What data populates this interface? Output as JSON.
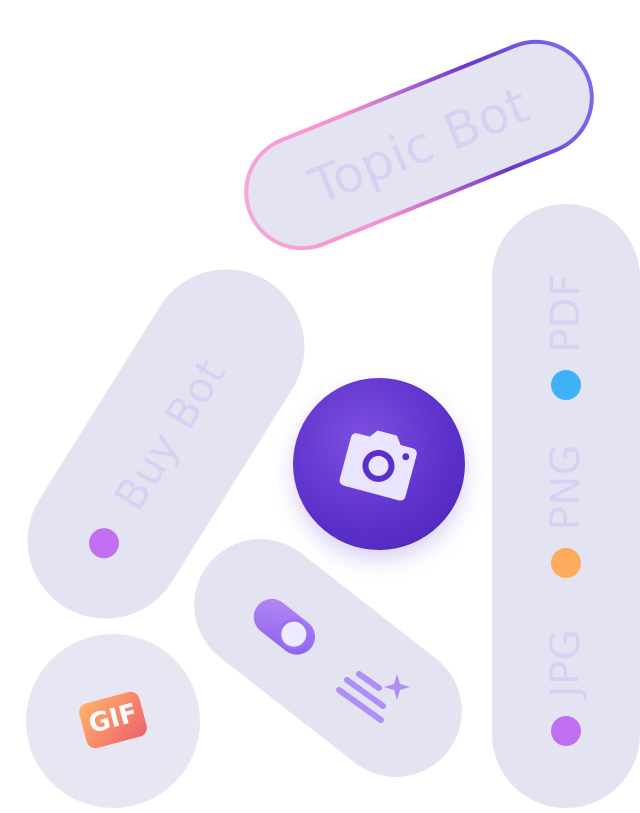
{
  "topic_pill": {
    "label": "Topic Bot"
  },
  "buy_pill": {
    "label": "Buy Bot",
    "dot_color": "#c06ff1"
  },
  "camera_button": {
    "icon": "camera-icon",
    "color": "#5b30c9"
  },
  "file_types": {
    "items": [
      {
        "label": "PDF",
        "dot_color": "#3fb2f7"
      },
      {
        "label": "PNG",
        "dot_color": "#fdab5c"
      },
      {
        "label": "JPG",
        "dot_color": "#c06ff1"
      }
    ]
  },
  "toggle_card": {
    "toggle_icon": "toggle-switch-icon",
    "sparkle_icon": "sparkle-lines-icon",
    "toggle_on": false
  },
  "gif_badge": {
    "label": "GIF",
    "color": "#f38a5a"
  }
}
